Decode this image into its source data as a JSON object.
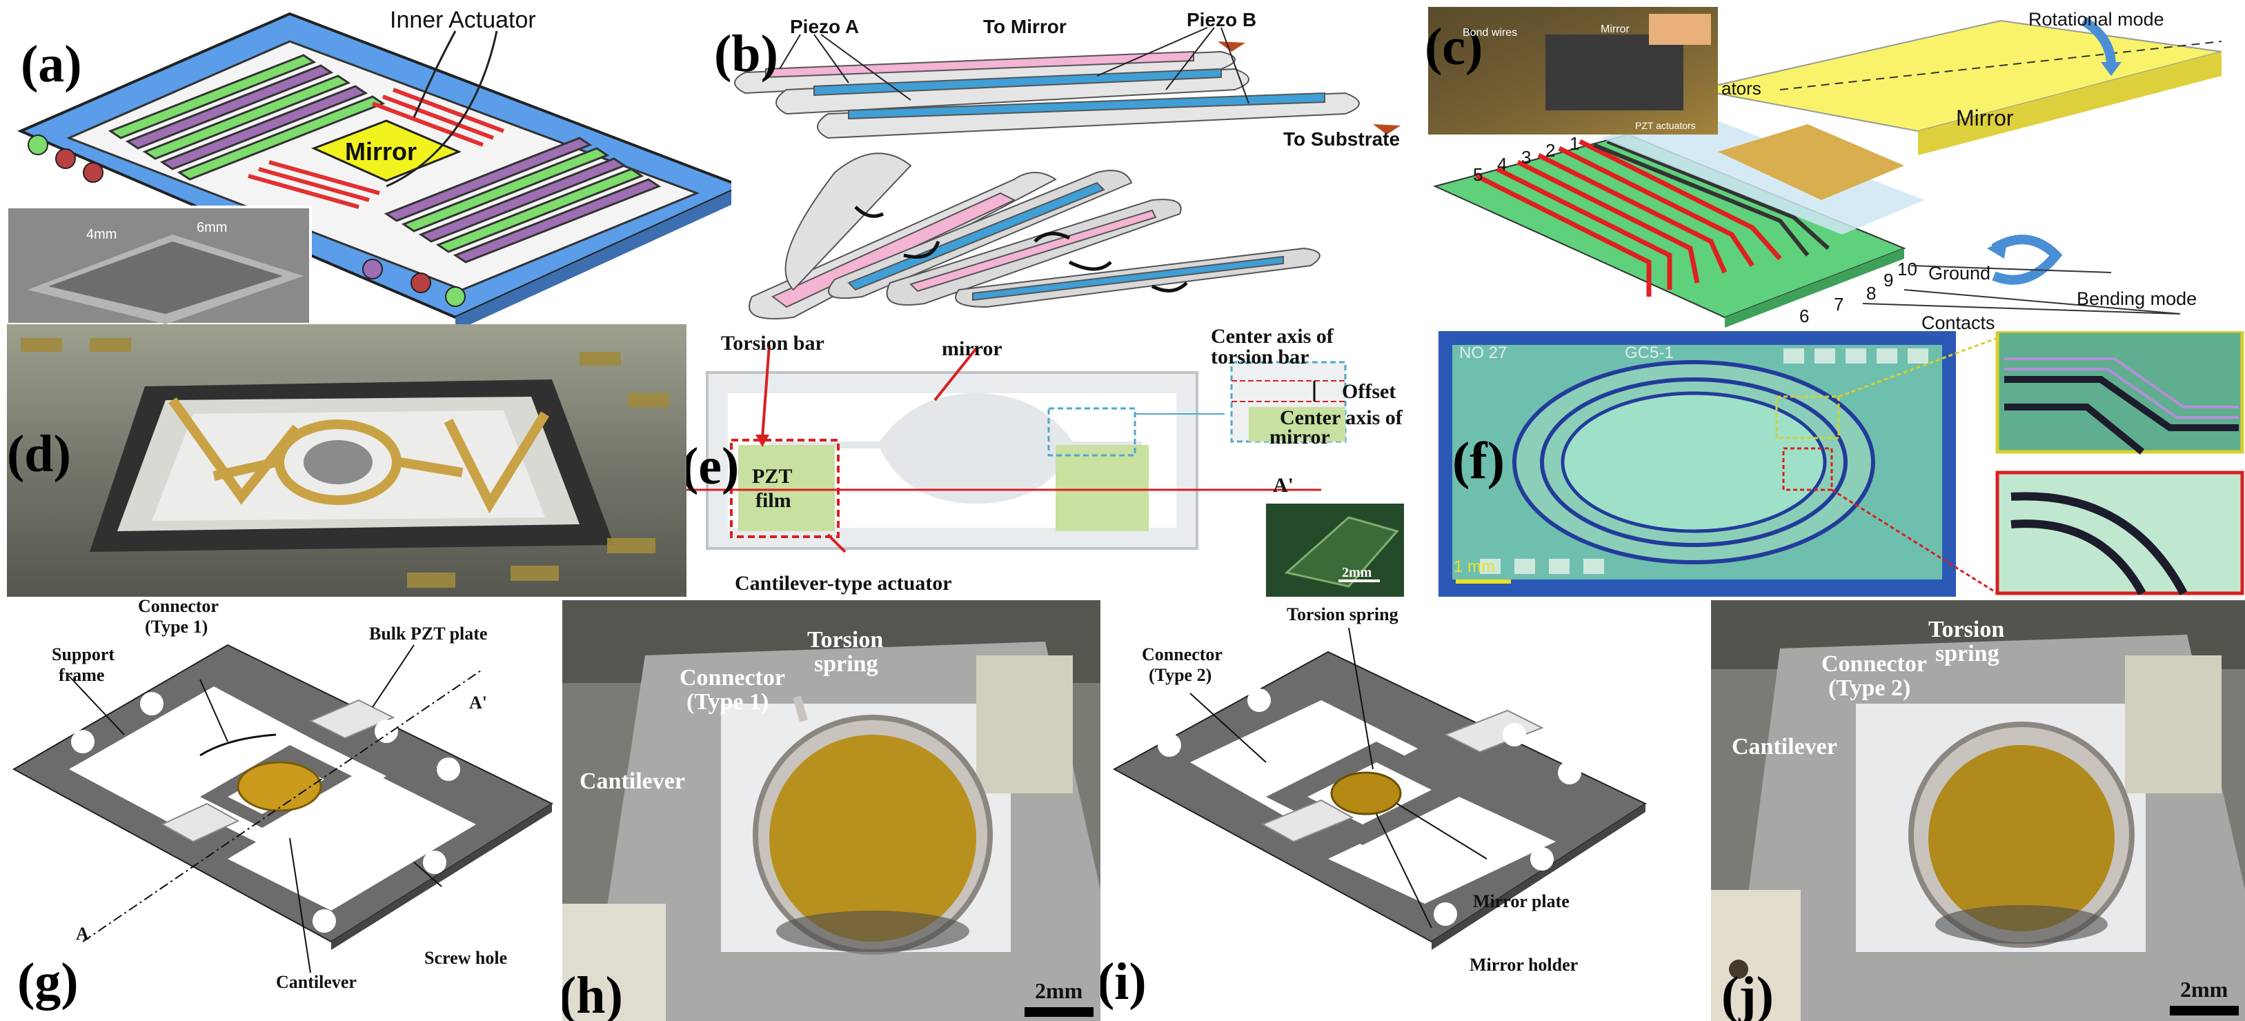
{
  "panels": {
    "a": {
      "label": "(a)",
      "inner_actuator": "Inner Actuator",
      "mirror": "Mirror",
      "inset_dim1": "4mm",
      "inset_dim2": "6mm"
    },
    "b": {
      "label": "(b)",
      "piezo_a": "Piezo A",
      "to_mirror": "To Mirror",
      "piezo_b": "Piezo B",
      "to_substrate": "To Substrate"
    },
    "c": {
      "label": "(c)",
      "rotational_mode": "Rotational mode",
      "mirror": "Mirror",
      "bending_mode": "Bending mode",
      "ground": "Ground",
      "contacts": "Contacts",
      "actuators": "ators",
      "numbers": [
        "1",
        "2",
        "3",
        "4",
        "5",
        "6",
        "7",
        "8",
        "9",
        "10"
      ],
      "inset_bond_wires": "Bond wires",
      "inset_mirror": "Mirror",
      "inset_actuators": "PZT actuators"
    },
    "d": {
      "label": "(d)"
    },
    "e": {
      "label": "(e)",
      "torsion_bar": "Torsion bar",
      "mirror": "mirror",
      "center_axis_torsion": "Center axis of",
      "center_axis_torsion2": "torsion bar",
      "offset": "Offset",
      "center_axis_mirror": "Center axis of",
      "center_axis_mirror2": "mirror",
      "a_prime": "A'",
      "pzt": "PZT",
      "film": "film",
      "cantilever_actuator": "Cantilever-type actuator",
      "scale": "2mm"
    },
    "f": {
      "label": "(f)",
      "chip_id1": "NO 27",
      "chip_id2": "GC5-1",
      "scale": "1 mm"
    },
    "g": {
      "label": "(g)",
      "connector": "Connector",
      "type1": "(Type 1)",
      "bulk_pzt": "Bulk PZT plate",
      "support": "Support",
      "frame": "frame",
      "a_prime": "A'",
      "a": "A",
      "screw_hole": "Screw hole",
      "cantilever": "Cantilever"
    },
    "h": {
      "label": "(h)",
      "connector": "Connector",
      "type1": "(Type 1)",
      "torsion": "Torsion",
      "spring": "spring",
      "cantilever": "Cantilever",
      "scale": "2mm"
    },
    "i": {
      "label": "(i)",
      "torsion_spring": "Torsion spring",
      "connector": "Connector",
      "type2": "(Type 2)",
      "mirror_plate": "Mirror plate",
      "mirror_holder": "Mirror holder"
    },
    "j": {
      "label": "(j)",
      "torsion": "Torsion",
      "spring": "spring",
      "connector": "Connector",
      "type2": "(Type 2)",
      "cantilever": "Cantilever",
      "scale": "2mm"
    }
  }
}
